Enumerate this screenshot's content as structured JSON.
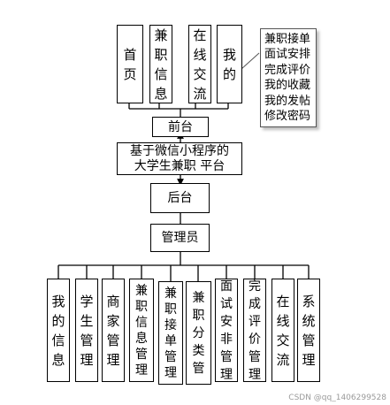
{
  "diagram": {
    "top_modules": [
      "首页",
      "兼职信息",
      "在线交流",
      "我的"
    ],
    "mine_note": "兼职接单\n面试安排\n完成评价\n我的收藏\n我的发帖\n修改密码",
    "frontend": "前台",
    "platform": "基于微信小程序的\n大学生兼职 平台",
    "backend": "后台",
    "admin": "管理员",
    "admin_modules": [
      "我的信息",
      "学生管理",
      "商家管理",
      "兼职信息管理",
      "兼职接单管理",
      "兼职分类管",
      "面试安非管理",
      "完成评价管理",
      "在线交流",
      "系统管理"
    ]
  },
  "watermark": "CSDN @qq_1406299528"
}
